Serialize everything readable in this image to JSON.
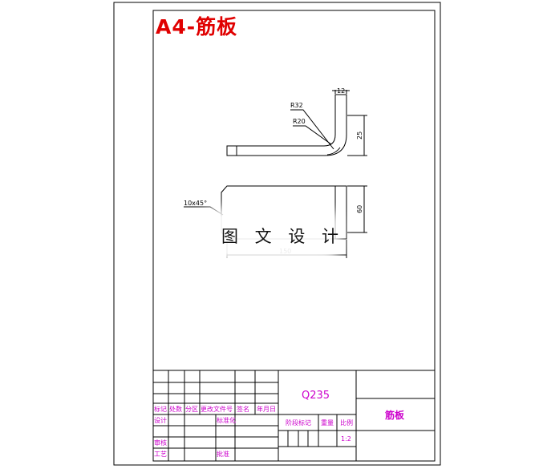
{
  "drawing": {
    "title": "A4-筋板",
    "watermark": "图 文 设 计",
    "part_name": "筋板",
    "material": "Q235",
    "scale": "1:2"
  },
  "dimensions": {
    "top_width": "12",
    "outer_radius": "R32",
    "inner_radius": "R20",
    "height_small": "25",
    "chamfer": "10x45°",
    "height_large": "60",
    "length": "150"
  },
  "title_block": {
    "row_labels": [
      "标记",
      "处数",
      "分区",
      "更改文件号",
      "签名",
      "年月日"
    ],
    "design": "设计",
    "standardize": "标准化",
    "review": "审核",
    "process": "工艺",
    "approve": "批准",
    "stage_mark": "阶段标记",
    "weight": "重量",
    "scale_label": "比例"
  },
  "colors": {
    "frame": "#000000",
    "title": "#e00000",
    "magenta": "#cc00cc"
  }
}
